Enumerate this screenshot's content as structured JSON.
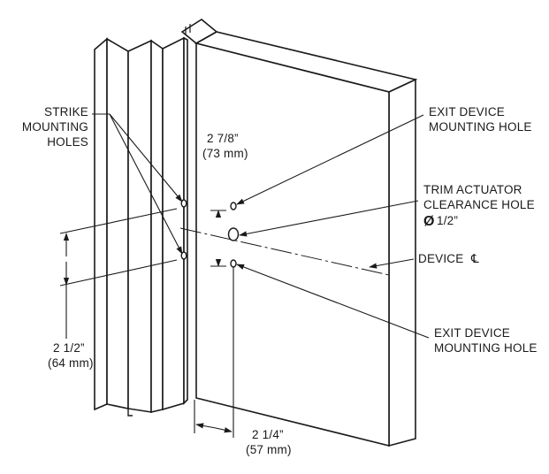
{
  "labels": {
    "strike_line1": "STRIKE",
    "strike_line2": "MOUNTING",
    "strike_line3": "HOLES",
    "exit_top_line1": "EXIT DEVICE",
    "exit_top_line2": "MOUNTING HOLE",
    "trim_line1": "TRIM ACTUATOR",
    "trim_line2": "CLEARANCE HOLE",
    "trim_line3": "1/2”",
    "device_cl": "DEVICE",
    "exit_bottom_line1": "EXIT DEVICE",
    "exit_bottom_line2": "MOUNTING HOLE"
  },
  "dimensions": {
    "vertical_spacing_imperial": "2 7/8”",
    "vertical_spacing_metric": "(73 mm)",
    "frame_offset_imperial": "2 1/2”",
    "frame_offset_metric": "(64 mm)",
    "backset_imperial": "2 1/4”",
    "backset_metric": "(57 mm)"
  },
  "symbols": {
    "diameter": "Ø",
    "centerline": "℄"
  },
  "colors": {
    "line": "#1a1a1a",
    "background": "#ffffff"
  }
}
